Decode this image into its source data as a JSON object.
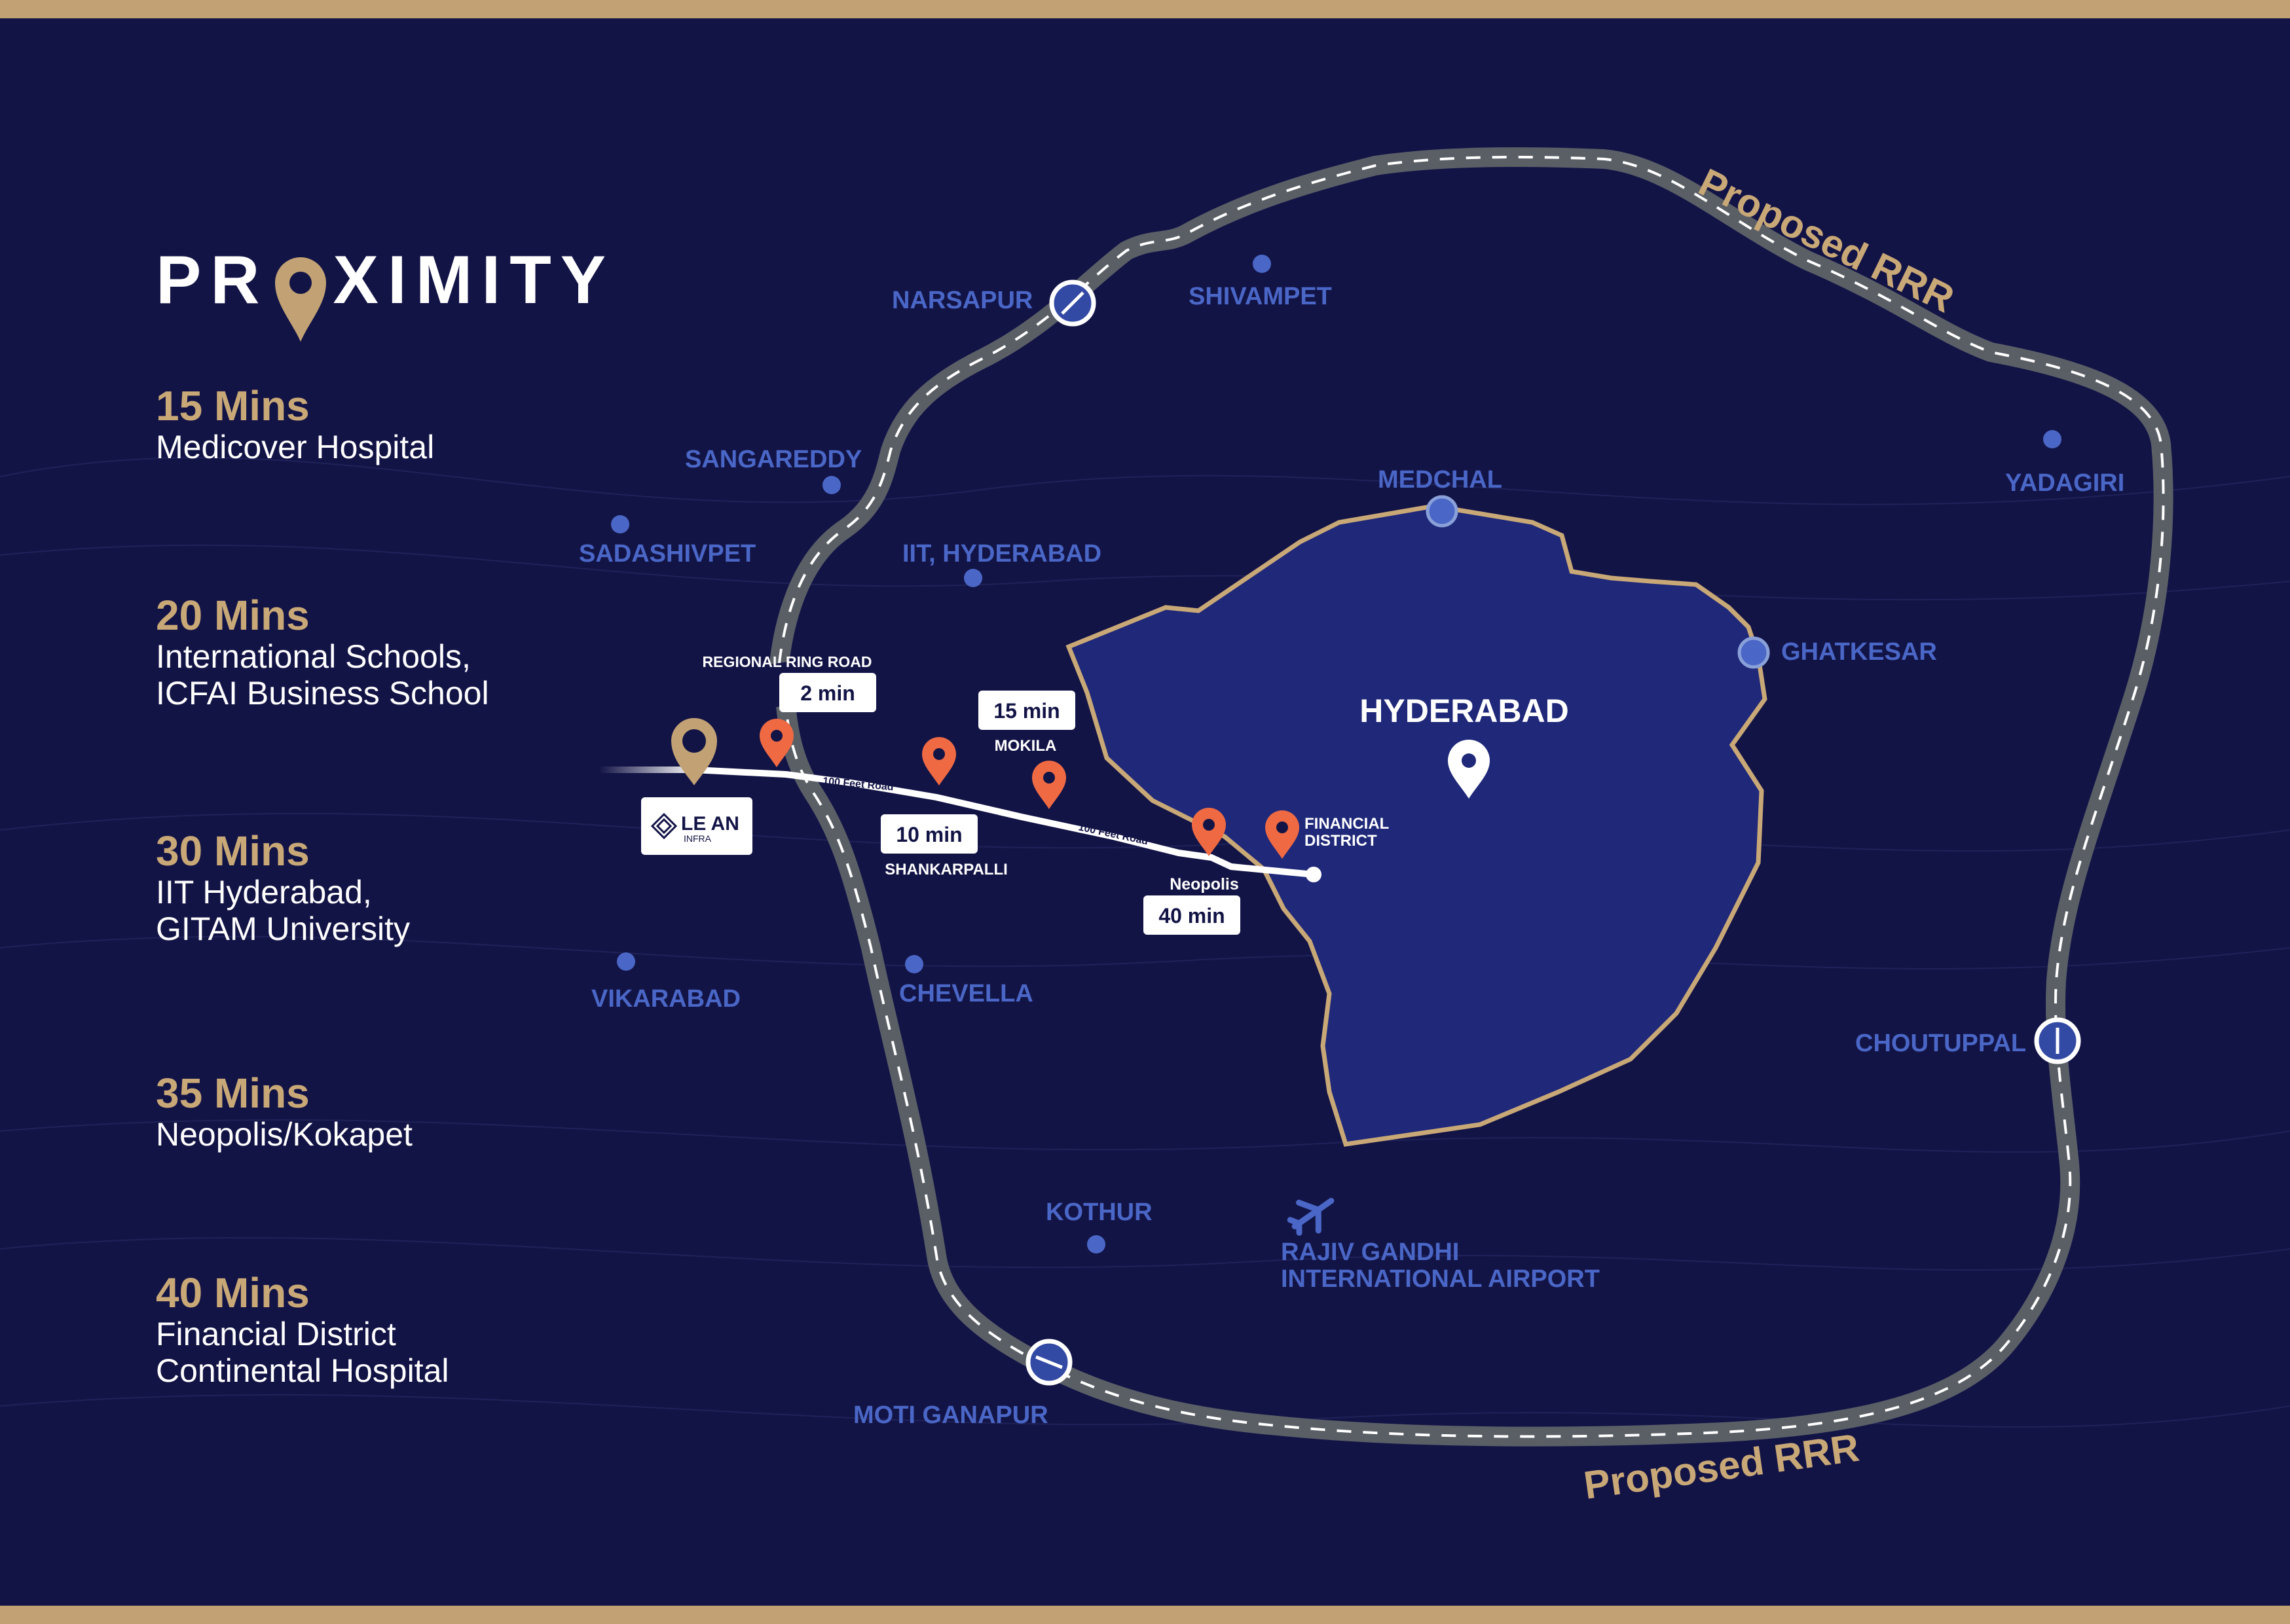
{
  "colors": {
    "background": "#131446",
    "accent_gold": "#c9a877",
    "city_fill": "#1f2879",
    "place_label": "#4a67c7",
    "poi_marker": "#ef6a43",
    "road_gray": "#5a5f66"
  },
  "title": {
    "before": "PR",
    "after": "XIMITY",
    "icon": "location-pin-icon"
  },
  "proximity": [
    {
      "time": "15 Mins",
      "place": "Medicover Hospital"
    },
    {
      "time": "20 Mins",
      "place": "International Schools,\nICFAI Business School"
    },
    {
      "time": "30 Mins",
      "place": "IIT Hyderabad,\nGITAM University"
    },
    {
      "time": "35 Mins",
      "place": "Neopolis/Kokapet"
    },
    {
      "time": "40 Mins",
      "place": "Financial District\nContinental Hospital"
    }
  ],
  "map": {
    "ring_label_top": "Proposed RRR",
    "ring_label_bottom": "Proposed RRR",
    "city": "HYDERABAD",
    "places": {
      "narsapur": "NARSAPUR",
      "shivampet": "SHIVAMPET",
      "sangareddy": "SANGAREDDY",
      "sadashivpet": "SADASHIVPET",
      "iit": "IIT, HYDERABAD",
      "medchal": "MEDCHAL",
      "yadagiri": "YADAGIRI",
      "ghatkesar": "GHATKESAR",
      "vikarabad": "VIKARABAD",
      "chevella": "CHEVELLA",
      "choutuppal": "CHOUTUPPAL",
      "kothur": "KOTHUR",
      "airport_line1": "RAJIV GANDHI",
      "airport_line2": "INTERNATIONAL AIRPORT",
      "moti_ganapur": "MOTI GANAPUR"
    },
    "route": {
      "rrr_label": "REGIONAL RING ROAD",
      "rrr_time": "2 min",
      "mokila_time": "15 min",
      "mokila": "MOKILA",
      "shankarpalli_time": "10 min",
      "shankarpalli": "SHANKARPALLI",
      "neopolis": "Neopolis",
      "neopolis_time": "40 min",
      "fd_line1": "FINANCIAL",
      "fd_line2": "DISTRICT",
      "road_label_1": "100 Feet Road",
      "road_label_2": "100 Feet Road"
    },
    "logo": {
      "name": "LE AN",
      "sub": "INFRA"
    }
  }
}
